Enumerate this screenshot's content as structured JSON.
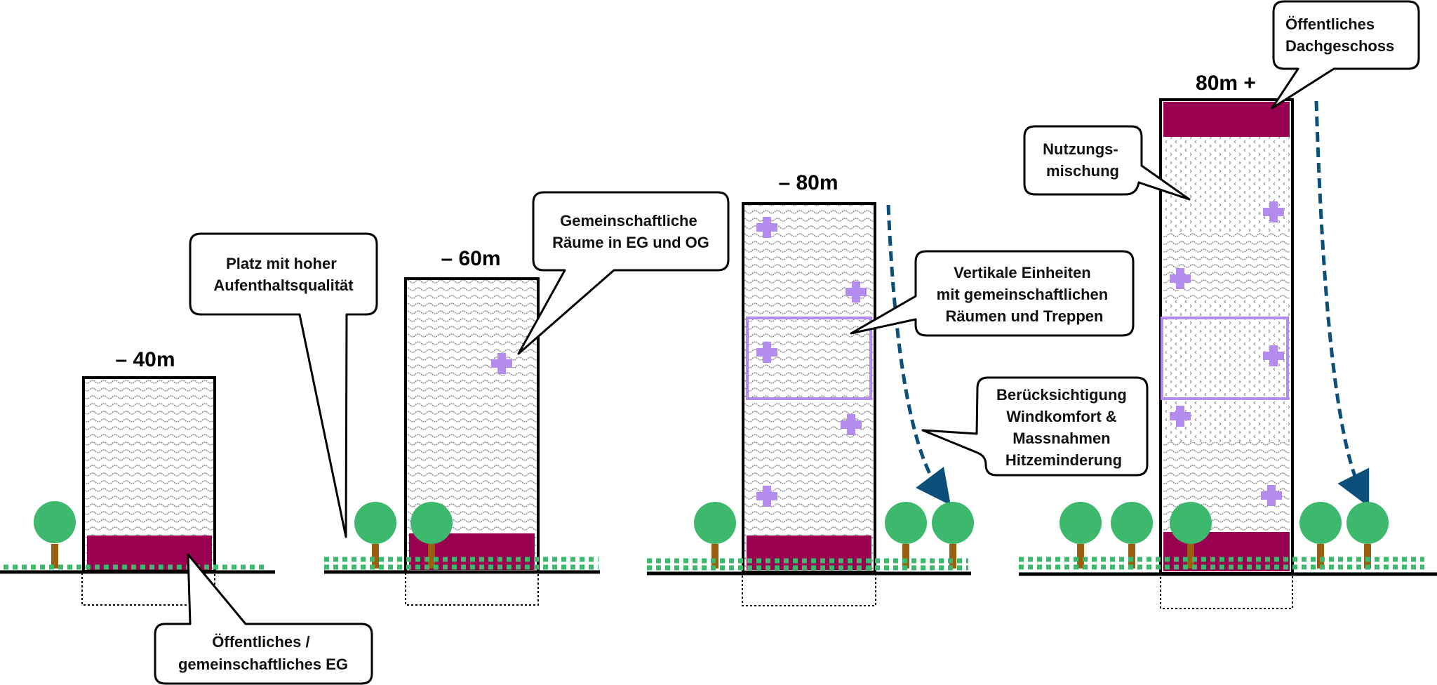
{
  "colors": {
    "public_floor": "#990050",
    "community_cross": "#b48cf0",
    "vertical_unit_frame": "#b48cf0",
    "tree_crown": "#3cb96c",
    "tree_trunk": "#9a5f0c",
    "grass_dots": "#3cb96c",
    "wind_arrow": "#0b4f7a",
    "outline": "#000000",
    "pattern_ink": "#7a7a7a"
  },
  "buildings": [
    {
      "id": "b40",
      "height_label": "– 40m",
      "has_public_ground_floor": true,
      "has_public_roof": false,
      "community_crosses": 0,
      "vertical_unit": false,
      "pattern": "wave"
    },
    {
      "id": "b60",
      "height_label": "– 60m",
      "has_public_ground_floor": true,
      "has_public_roof": false,
      "community_crosses": 1,
      "vertical_unit": false,
      "pattern": "wave"
    },
    {
      "id": "b80",
      "height_label": "– 80m",
      "has_public_ground_floor": true,
      "has_public_roof": false,
      "community_crosses": 5,
      "vertical_unit": true,
      "pattern": "wave",
      "wind_arrow": true
    },
    {
      "id": "b80plus",
      "height_label": "80m +",
      "has_public_ground_floor": true,
      "has_public_roof": true,
      "community_crosses": 5,
      "vertical_unit": true,
      "pattern": "mixed",
      "wind_arrow": true
    }
  ],
  "callouts": {
    "public_ground_floor": [
      "Öffentliches /",
      "gemeinschaftliches EG"
    ],
    "public_square": [
      "Platz mit hoher",
      "Aufenthaltsqualität"
    ],
    "community_rooms": [
      "Gemeinschaftliche",
      "Räume in EG und OG"
    ],
    "vertical_units": [
      "Vertikale Einheiten",
      "mit gemeinschaftlichen",
      "Räumen und Treppen"
    ],
    "wind_heat": [
      "Berücksichtigung",
      "Windkomfort &",
      "Massnahmen",
      "Hitzeminderung"
    ],
    "mixed_use": [
      "Nutzungs-",
      "mischung"
    ],
    "public_roof": [
      "Öffentliches",
      "Dachgeschoss"
    ]
  }
}
